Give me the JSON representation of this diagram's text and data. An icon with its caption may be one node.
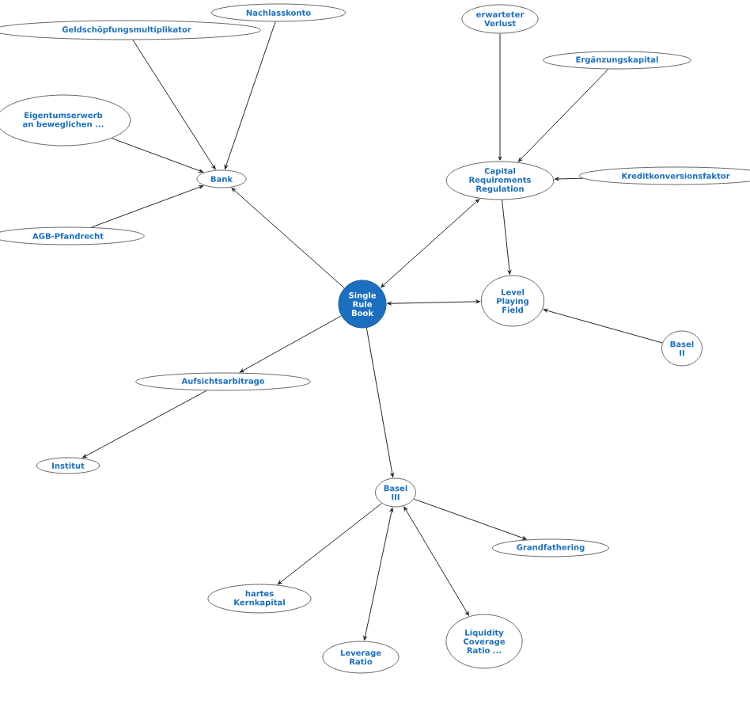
{
  "diagram": {
    "nodes": [
      {
        "text": [
          "Geldschöpfungsmultiplikator"
        ]
      },
      {
        "text": [
          "Nachlasskonto"
        ]
      },
      {
        "text": [
          "Eigentumserwerb an beweglichen ..."
        ]
      },
      {
        "text": [
          "Bank"
        ]
      },
      {
        "text": [
          "AGB-Pfandrecht"
        ]
      },
      {
        "text": [
          "erwarteter Verlust"
        ]
      },
      {
        "text": [
          "Ergänzungskapital"
        ]
      },
      {
        "text": [
          "Capital Requirements Regulation"
        ]
      },
      {
        "text": [
          "Kreditkonversionsfaktor"
        ]
      },
      {
        "text": [
          "Single Rule Book"
        ]
      },
      {
        "text": [
          "Level Playing Field"
        ]
      },
      {
        "text": [
          "Basel II"
        ]
      },
      {
        "text": [
          "Aufsichtsarbitrage"
        ]
      },
      {
        "text": [
          "Institut"
        ]
      },
      {
        "text": [
          "Basel III"
        ]
      },
      {
        "text": [
          "Grandfathering"
        ]
      },
      {
        "text": [
          "hartes Kernkapital"
        ]
      },
      {
        "text": [
          "Leverage Ratio"
        ]
      },
      {
        "text": [
          "Liquidity Coverage Ratio ..."
        ]
      }
    ],
    "edges": [
      {
        "from": 0,
        "to": 3,
        "arrow": "to"
      },
      {
        "from": 1,
        "to": 3,
        "arrow": "to"
      },
      {
        "from": 2,
        "to": 3,
        "arrow": "to"
      },
      {
        "from": 4,
        "to": 3,
        "arrow": "to"
      },
      {
        "from": 9,
        "to": 3,
        "arrow": "to"
      },
      {
        "from": 5,
        "to": 7,
        "arrow": "to"
      },
      {
        "from": 6,
        "to": 7,
        "arrow": "to"
      },
      {
        "from": 8,
        "to": 7,
        "arrow": "to"
      },
      {
        "from": 9,
        "to": 7,
        "arrow": "both"
      },
      {
        "from": 7,
        "to": 10,
        "arrow": "to"
      },
      {
        "from": 9,
        "to": 10,
        "arrow": "both"
      },
      {
        "from": 11,
        "to": 10,
        "arrow": "to"
      },
      {
        "from": 9,
        "to": 12,
        "arrow": "to"
      },
      {
        "from": 12,
        "to": 13,
        "arrow": "to"
      },
      {
        "from": 9,
        "to": 14,
        "arrow": "to"
      },
      {
        "from": 14,
        "to": 15,
        "arrow": "to"
      },
      {
        "from": 14,
        "to": 16,
        "arrow": "to"
      },
      {
        "from": 14,
        "to": 17,
        "arrow": "both"
      },
      {
        "from": 14,
        "to": 18,
        "arrow": "both"
      }
    ]
  }
}
